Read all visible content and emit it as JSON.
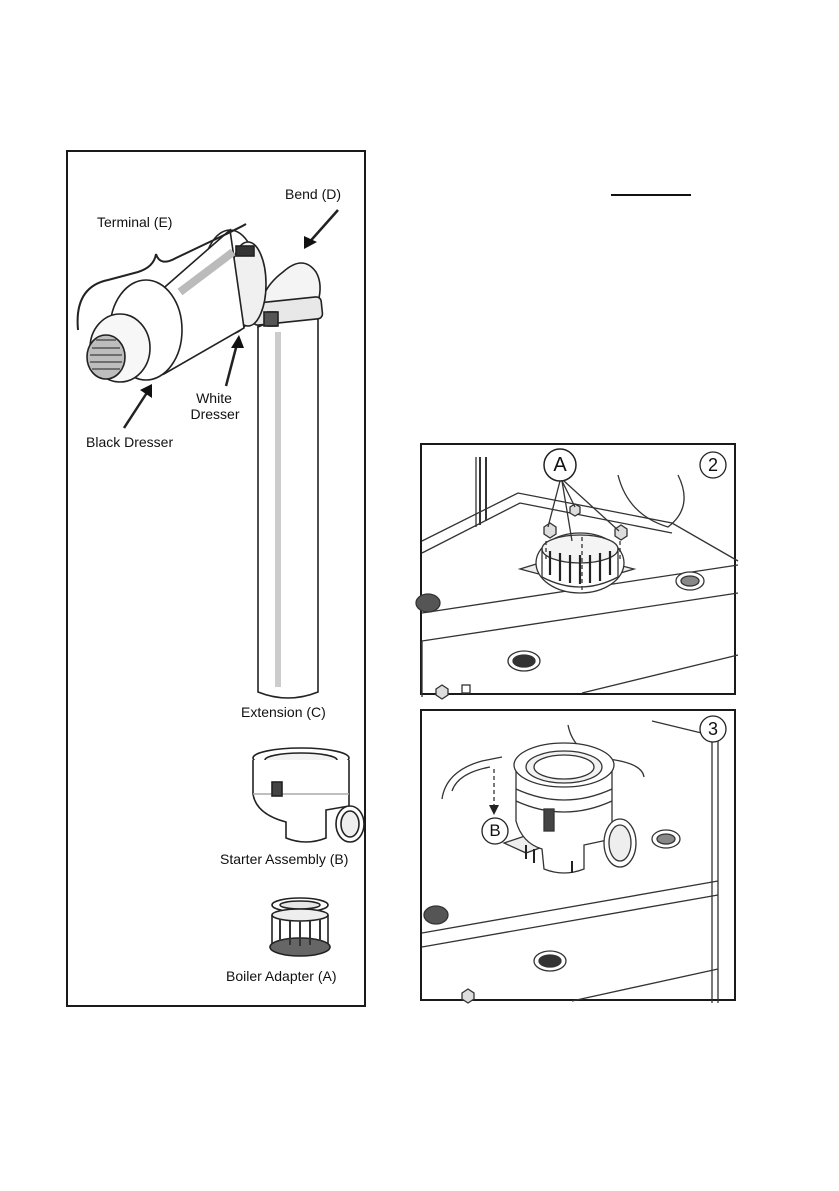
{
  "left_panel": {
    "labels": {
      "terminal": "Terminal (E)",
      "bend": "Bend (D)",
      "white_dresser_line1": "White",
      "white_dresser_line2": "Dresser",
      "black_dresser": "Black Dresser",
      "extension": "Extension (C)",
      "starter_assembly": "Starter Assembly (B)",
      "boiler_adapter": "Boiler Adapter (A)"
    }
  },
  "figure2": {
    "number": "2",
    "callout": "A"
  },
  "figure3": {
    "number": "3",
    "callout": "B"
  }
}
